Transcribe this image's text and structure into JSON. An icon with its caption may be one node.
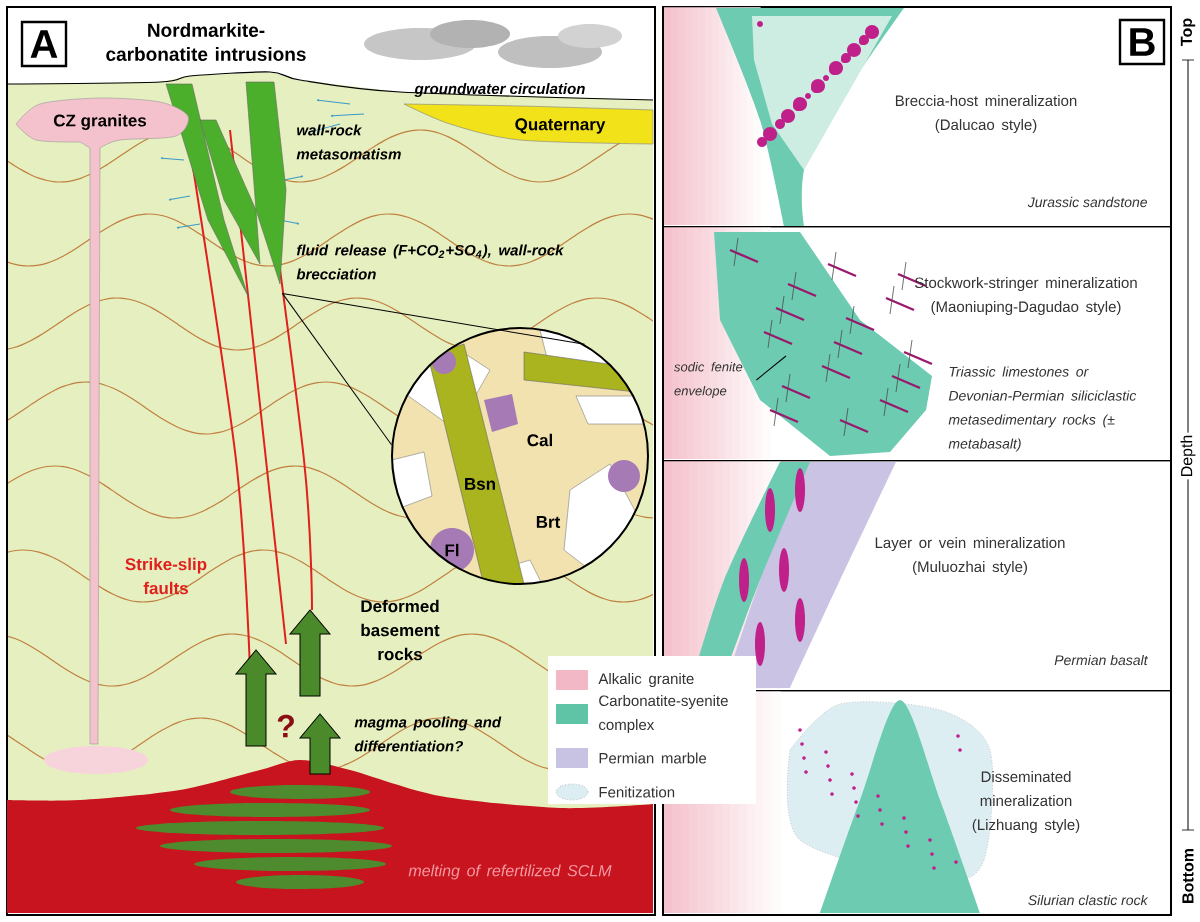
{
  "diagram": {
    "nodes": [
      {
        "text": [
          "A"
        ]
      },
      {
        "text": [
          "Nordmarkite-carbonatite intrusions"
        ],
        "in": 0
      },
      {
        "text": [
          "CZ granites"
        ],
        "in": 0
      },
      {
        "text": [
          "Quaternary"
        ],
        "in": 0
      },
      {
        "text": [
          "Cal",
          "Bsn",
          "Brt",
          "Fl"
        ],
        "in": 0
      },
      {
        "text": [
          "melting of refertilized SCLM"
        ],
        "in": 0
      },
      {
        "text": [],
        "shape": "box"
      },
      {
        "text": [
          "Breccia-host mineralization (Dalucao style)",
          "Jurassic sandstone"
        ],
        "in": 6
      },
      {
        "text": [
          "Stockwork-stringer mineralization (Maoniuping-Dagudao style)",
          "Triassic limestones or Devonian-Permian siliciclastic metasedimentary rocks (± metabasalt)"
        ],
        "in": 6
      },
      {
        "text": [
          "sodic fenite envelope"
        ],
        "in": 8
      },
      {
        "text": [
          "Layer or vein mineralization (Muluozhai style)",
          "Permian basalt"
        ],
        "in": 6
      },
      {
        "text": [
          "Disseminated mineralization (Lizhuang style)",
          "Silurian clastic rock"
        ],
        "in": 6
      }
    ],
    "edges": [
      {
        "from": 9,
        "to": null,
        "arrow": "none"
      },
      {
        "from": 1,
        "to": 4,
        "arrow": "none"
      },
      {
        "from": 1,
        "to": 4,
        "arrow": "none"
      }
    ],
    "labels": [
      "groundwater circulation",
      "wall-rock metasomatism",
      "fluid release (F+CO$_{2}$+SO$_{4}$), wall-rock brecciation",
      "Strike-slip faults",
      "Deformed basement rocks",
      "?",
      "magma pooling and differentiation?",
      "B",
      "Top",
      "Depth",
      "Bottom"
    ],
    "legend": [
      {
        "text": "Alkalic granite",
        "color": "#f2b8c6"
      },
      {
        "text": "Carbonatite-syenite complex",
        "color": "#5fc4a6"
      },
      {
        "text": "Permian marble",
        "color": "#c9c3e3"
      },
      {
        "text": "Fenitization"
      }
    ]
  }
}
